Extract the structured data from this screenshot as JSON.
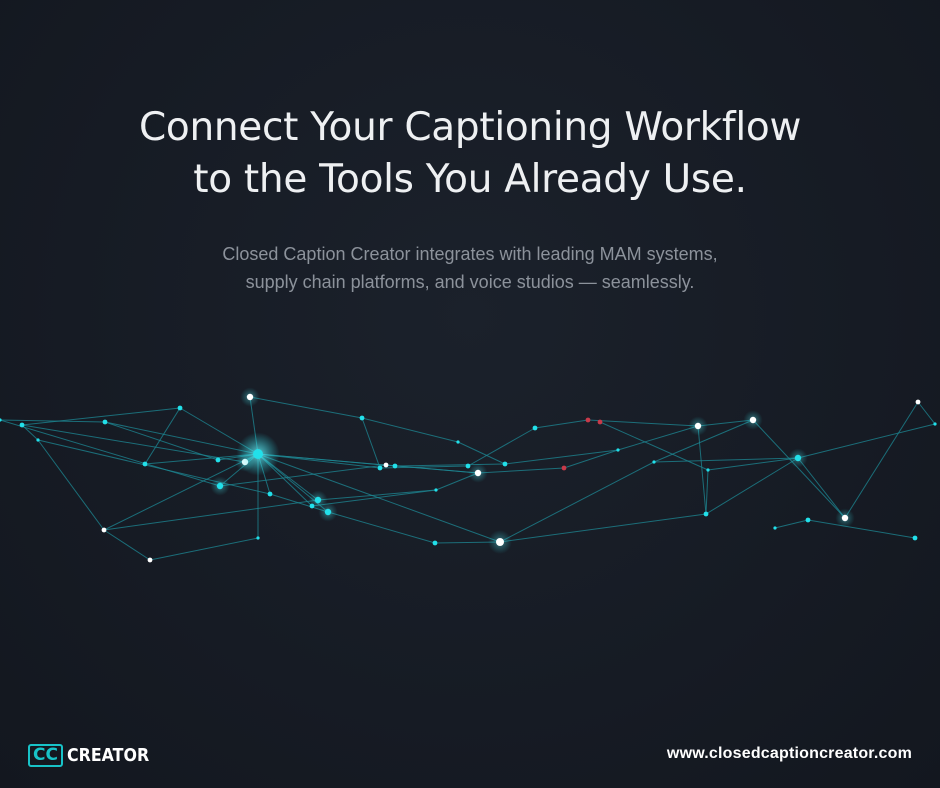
{
  "headline": {
    "line1": "Connect Your Captioning Workflow",
    "line2": "to the Tools You Already Use."
  },
  "subtext": "Closed Caption Creator integrates with leading MAM systems, supply chain platforms, and voice studios — seamlessly.",
  "brand": {
    "badge": "CC",
    "word": "CREATOR",
    "accent_color": "#18c3c8"
  },
  "website": "www.closedcaptioncreator.com",
  "illustration": {
    "icon": "network-nodes-graphic",
    "colors": {
      "line": "#1d8a96",
      "node": "#22e0ea",
      "highlight": "#ffffff",
      "accent": "#c83a4a"
    }
  }
}
